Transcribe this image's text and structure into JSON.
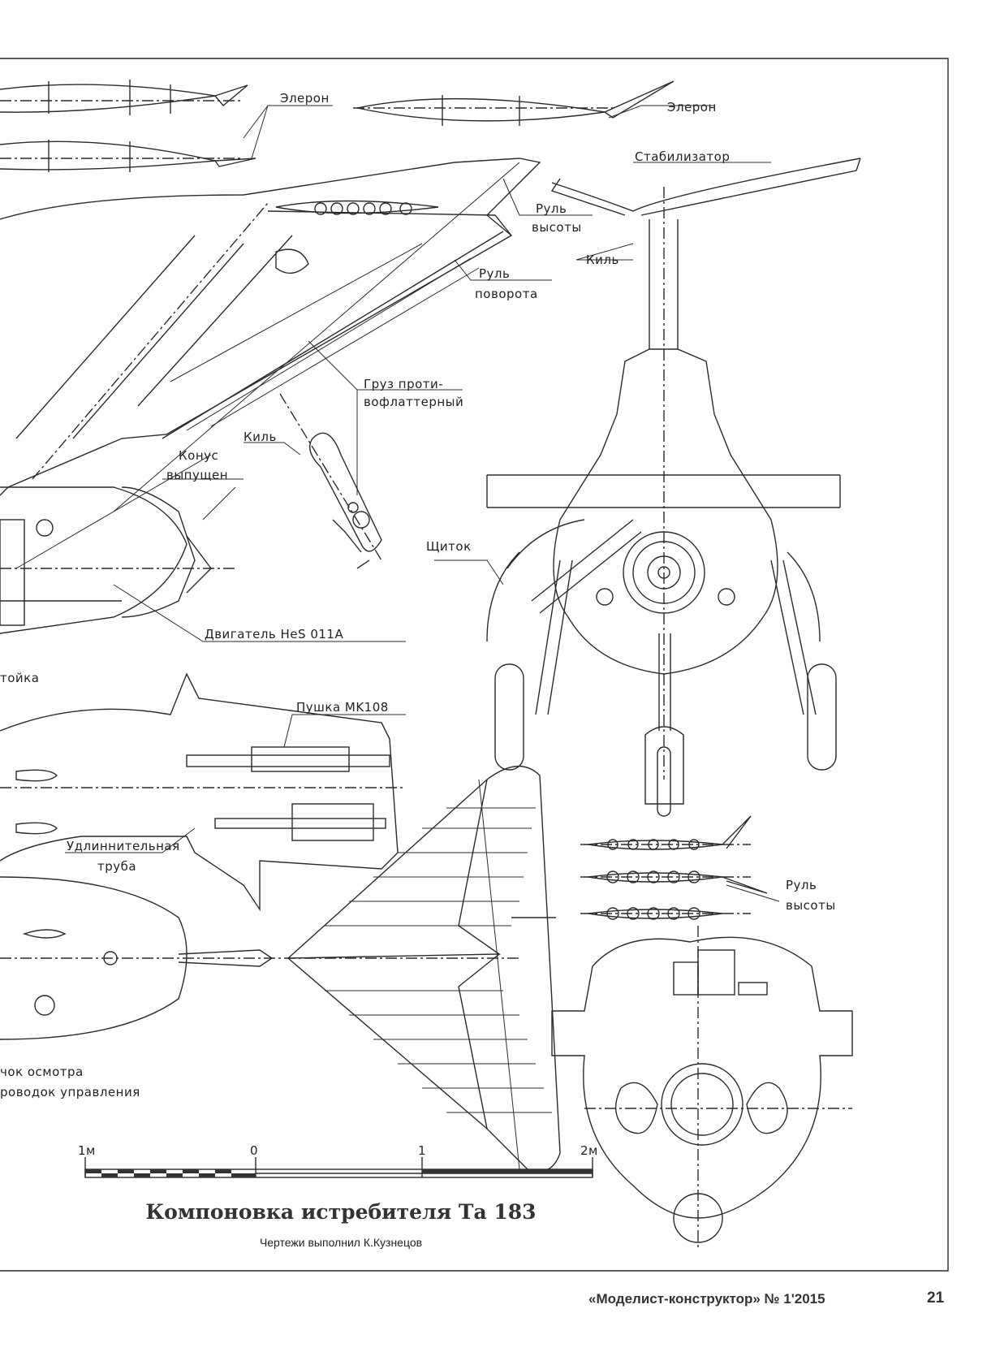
{
  "title": "Компоновка истребителя Та 183",
  "credit": "Чертежи выполнил К.Кузнецов",
  "journal": "«Моделист-конструктор» № 1'2015",
  "page_number": "21",
  "labels": {
    "aileron_1": "Элерон",
    "aileron_2": "Элерон",
    "stabilizer": "Стабилизатор",
    "elevator_1a": "Руль",
    "elevator_1b": "высоты",
    "fin_1": "Киль",
    "rudder_a": "Руль",
    "rudder_b": "поворота",
    "weight_a": "Груз проти-",
    "weight_b": "вофлаттерный",
    "fin_2": "Киль",
    "cone_a": "Конус",
    "cone_b": "выпущен",
    "flap": "Щиток",
    "engine": "Двигатель HeS 011A",
    "strut": "тойка",
    "cannon": "Пушка MK108",
    "extension_a": "Удлиннительная",
    "extension_b": "труба",
    "elevator_2a": "Руль",
    "elevator_2b": "высоты",
    "hatch": "чок осмотра",
    "control": "роводок управления"
  },
  "scale": {
    "ticks": [
      "1м",
      "0",
      "1",
      "2м"
    ]
  }
}
